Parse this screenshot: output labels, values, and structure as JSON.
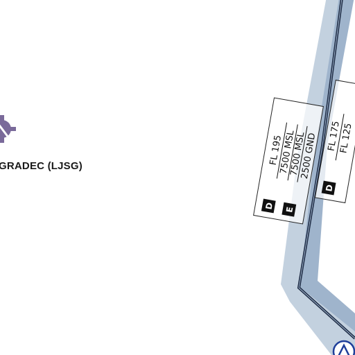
{
  "airport": {
    "name": "GRADEC (LJSG)",
    "symbol": "airport-symbol",
    "color": "#7a6a9a"
  },
  "airspace_boxes": [
    {
      "upper_limit": "FL 195",
      "lower_limits": [
        "7500 MSL",
        "7500 MSL",
        "2500 GND"
      ],
      "classes": [
        "D",
        "E"
      ]
    },
    {
      "upper_limit": "FL 175",
      "lower_limits": [
        "FL 125"
      ],
      "classes": [
        "D"
      ]
    }
  ],
  "colors": {
    "airway_outer": "#c3d1df",
    "airway_inner": "#9fb4cc",
    "airway_line": "#1e2b44",
    "navaid": "#1f3f9a",
    "class_badge": "#111111"
  },
  "navaid": {
    "symbol": "navaid-triangle-icon"
  }
}
